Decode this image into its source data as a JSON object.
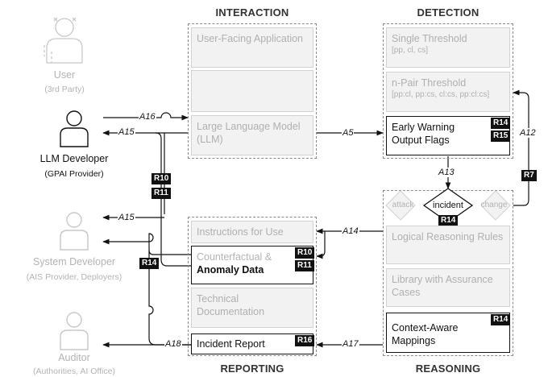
{
  "groups": {
    "interaction": "INTERACTION",
    "detection": "DETECTION",
    "reporting": "REPORTING",
    "reasoning": "REASONING"
  },
  "actors": {
    "user": {
      "name": "User",
      "sub": "(3rd Party)"
    },
    "llm_developer": {
      "name": "LLM Developer",
      "sub": "(GPAI Provider)"
    },
    "system_developer": {
      "name": "System Developer",
      "sub": "(AIS Provider, Deployers)"
    },
    "auditor": {
      "name": "Auditor",
      "sub": "(Authorities, AI Office)"
    }
  },
  "interaction": {
    "user_facing": "User-Facing Application",
    "llm": "Large Language Model (LLM)"
  },
  "detection": {
    "single_threshold": "Single Threshold",
    "single_threshold_sub": "[pp, cl, cs]",
    "npair_threshold": "n-Pair Threshold",
    "npair_threshold_sub": "[pp:cl, pp:cs, cl:cs, pp:cl:cs]",
    "early_warning": "Early Warning Output Flags"
  },
  "reasoning": {
    "incident": "incident",
    "attack": "attack",
    "change": "change",
    "logical_rules": "Logical Reasoning Rules",
    "library": "Library with Assurance Cases",
    "context_aware": "Context-Aware Mappings"
  },
  "reporting": {
    "instructions": "Instructions for Use",
    "counterfactual": "Counterfactual &",
    "anomaly": "Anomaly Data",
    "technical": "Technical Documentation",
    "incident_report": "Incident Report"
  },
  "tags": {
    "r14_ew": "R14",
    "r15": "R15",
    "r10_left": "R10",
    "r11_left": "R11",
    "r7": "R7",
    "r14_incident": "R14",
    "r10_cf": "R10",
    "r11_cf": "R11",
    "r14_left": "R14",
    "r14_ca": "R14",
    "r16": "R16"
  },
  "arrows": {
    "a16": "A16",
    "a15a": "A15",
    "a15b": "A15",
    "a5": "A5",
    "a12": "A12",
    "a13": "A13",
    "a14": "A14",
    "a17": "A17",
    "a18": "A18"
  }
}
